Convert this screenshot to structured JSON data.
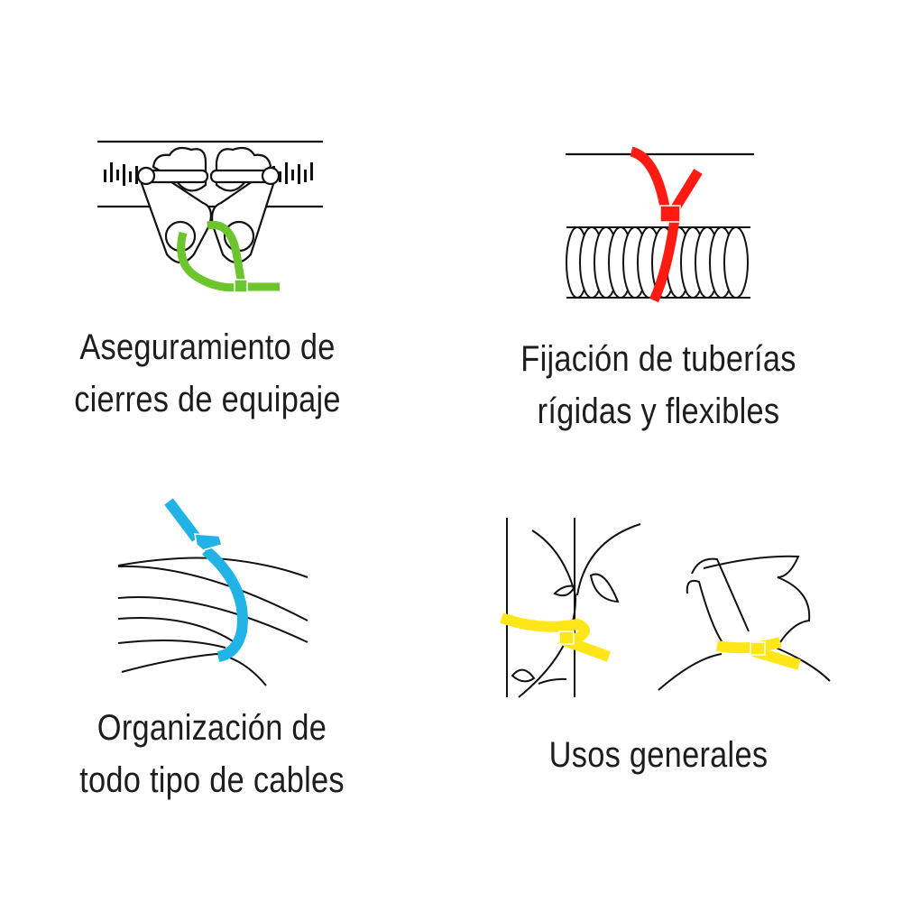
{
  "panels": [
    {
      "id": "luggage",
      "caption_lines": [
        "Aseguramiento de",
        "cierres de equipaje"
      ],
      "illustration": "luggage-zipper-tie-icon",
      "tie_color": "#6cc52c"
    },
    {
      "id": "pipes",
      "caption_lines": [
        "Fijación de tuberías",
        "rígidas y flexibles"
      ],
      "illustration": "flexible-pipe-tie-icon",
      "tie_color": "#ff1a12"
    },
    {
      "id": "cables",
      "caption_lines": [
        "Organización de",
        "todo tipo de cables"
      ],
      "illustration": "cable-bundle-tie-icon",
      "tie_color": "#22b3e6"
    },
    {
      "id": "general",
      "caption_lines": [
        "Usos generales"
      ],
      "illustration": "plant-and-bag-tie-icon",
      "tie_color": "#ffe619"
    }
  ],
  "colors": {
    "background": "#ffffff",
    "text": "#1d1d1b",
    "line": "#111111"
  }
}
